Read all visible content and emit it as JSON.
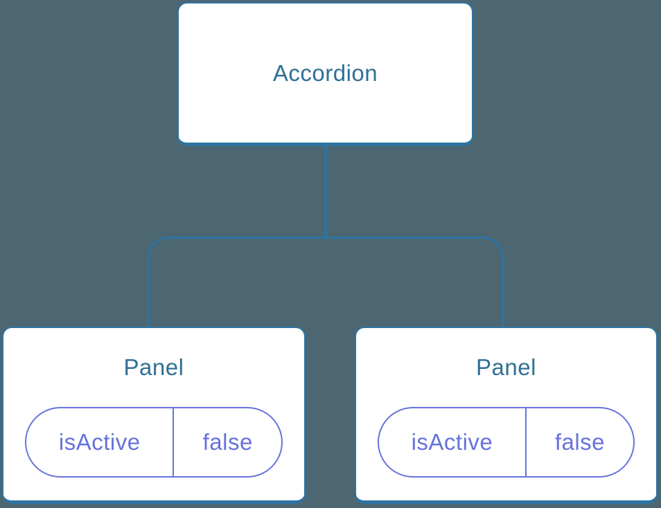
{
  "diagram": {
    "type": "component-tree",
    "root": {
      "label": "Accordion"
    },
    "children": [
      {
        "label": "Panel",
        "state": {
          "key": "isActive",
          "value": "false"
        }
      },
      {
        "label": "Panel",
        "state": {
          "key": "isActive",
          "value": "false"
        }
      }
    ],
    "colors": {
      "background": "#4C6771",
      "node_background": "#FFFFFF",
      "node_border": "#2E73A3",
      "node_label": "#2F7095",
      "connector": "#2E73A3",
      "state_pill": "#6673DB"
    }
  }
}
